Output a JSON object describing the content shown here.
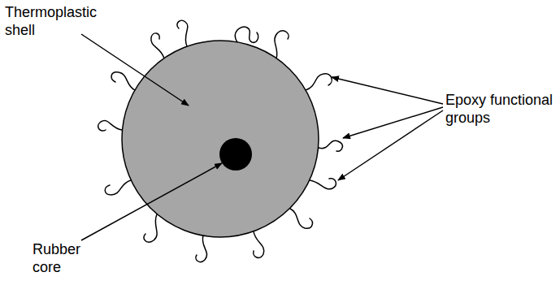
{
  "diagram": {
    "labels": [
      "Thermoplastic shell",
      "Rubber core",
      "Epoxy functional groups"
    ]
  }
}
